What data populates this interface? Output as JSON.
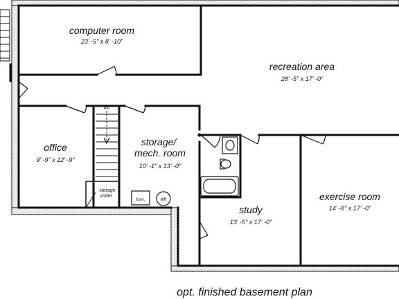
{
  "rooms": {
    "computer_room": {
      "name": "computer room",
      "dims": "23' -5\" x 8' -10\""
    },
    "recreation_area": {
      "name": "recreation area",
      "dims": "28' -5\" x 17' -0\""
    },
    "office": {
      "name": "office",
      "dims": "9' -9\" x 12' -9\""
    },
    "storage": {
      "name_line1": "storage/",
      "name_line2": "mech. room",
      "dims": "10' -1\" x 13' -0\""
    },
    "study": {
      "name": "study",
      "dims": "13' -5\" x 17' -0\""
    },
    "exercise_room": {
      "name": "exercise room",
      "dims": "14' -8\" x 17' -0\""
    }
  },
  "labels": {
    "up": "up",
    "storage_under_1": "storage",
    "storage_under_2": "under",
    "furnace": "furn.",
    "water_heater": "wh"
  },
  "caption": "opt. finished basement plan"
}
